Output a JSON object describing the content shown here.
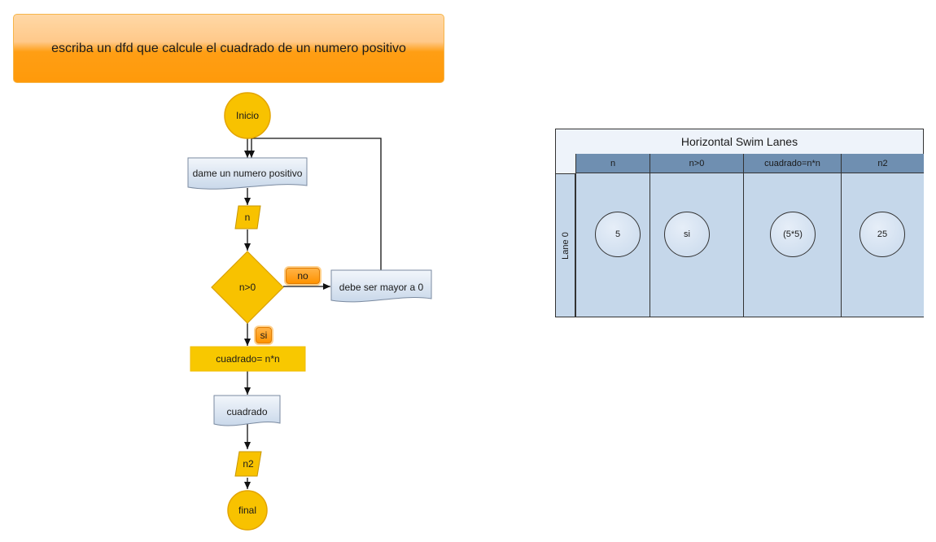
{
  "title": "escriba un dfd que calcule el cuadrado de un numero positivo",
  "flowchart": {
    "start": "Inicio",
    "input_prompt": "dame un numero positivo",
    "input_var": "n",
    "decision": "n>0",
    "branch_no": "no",
    "branch_yes": "si",
    "error_output": "debe ser mayor a 0",
    "process": "cuadrado= n*n",
    "output": "cuadrado",
    "output_var": "n2",
    "end": "final"
  },
  "swimlanes": {
    "title": "Horizontal Swim Lanes",
    "lane_label": "Lane 0",
    "columns": [
      {
        "header": "n",
        "value": "5"
      },
      {
        "header": "n>0",
        "value": "si"
      },
      {
        "header": "cuadrado=n*n",
        "value": "(5*5)"
      },
      {
        "header": "n2",
        "value": "25"
      }
    ]
  },
  "colors": {
    "accent_orange": "#ff9a0a",
    "terminal_yellow": "#f8c200",
    "document_blue": "#dfe8f4",
    "lane_blue": "#c5d7ea",
    "header_blue": "#6f8fb1"
  }
}
